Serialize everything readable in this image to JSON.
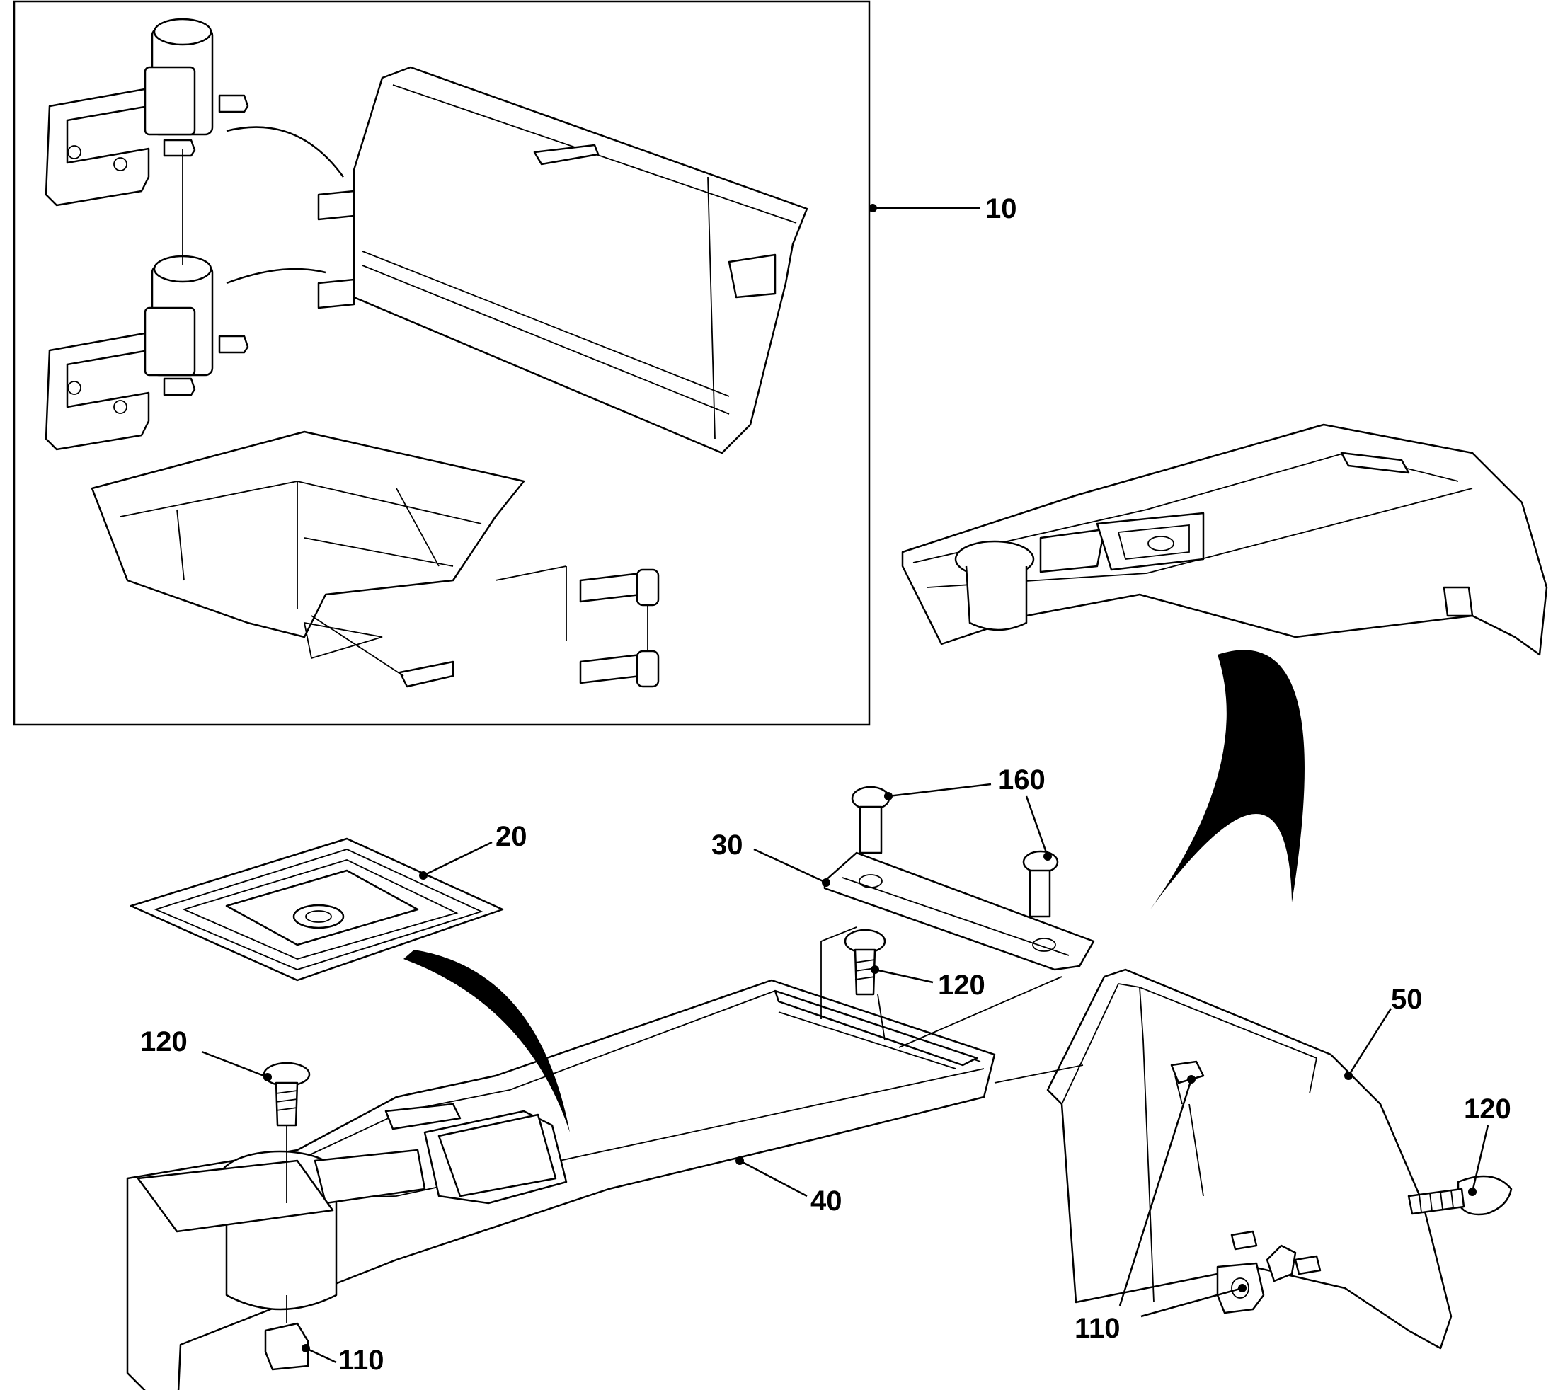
{
  "diagram": {
    "callouts": [
      {
        "id": "c10",
        "label": "10"
      },
      {
        "id": "c20",
        "label": "20"
      },
      {
        "id": "c30",
        "label": "30"
      },
      {
        "id": "c40",
        "label": "40"
      },
      {
        "id": "c50",
        "label": "50"
      },
      {
        "id": "c110a",
        "label": "110"
      },
      {
        "id": "c110b",
        "label": "110"
      },
      {
        "id": "c120a",
        "label": "120"
      },
      {
        "id": "c120b",
        "label": "120"
      },
      {
        "id": "c120c",
        "label": "120"
      },
      {
        "id": "c160",
        "label": "160"
      }
    ],
    "colors": {
      "line": "#000000",
      "background": "#ffffff"
    }
  }
}
